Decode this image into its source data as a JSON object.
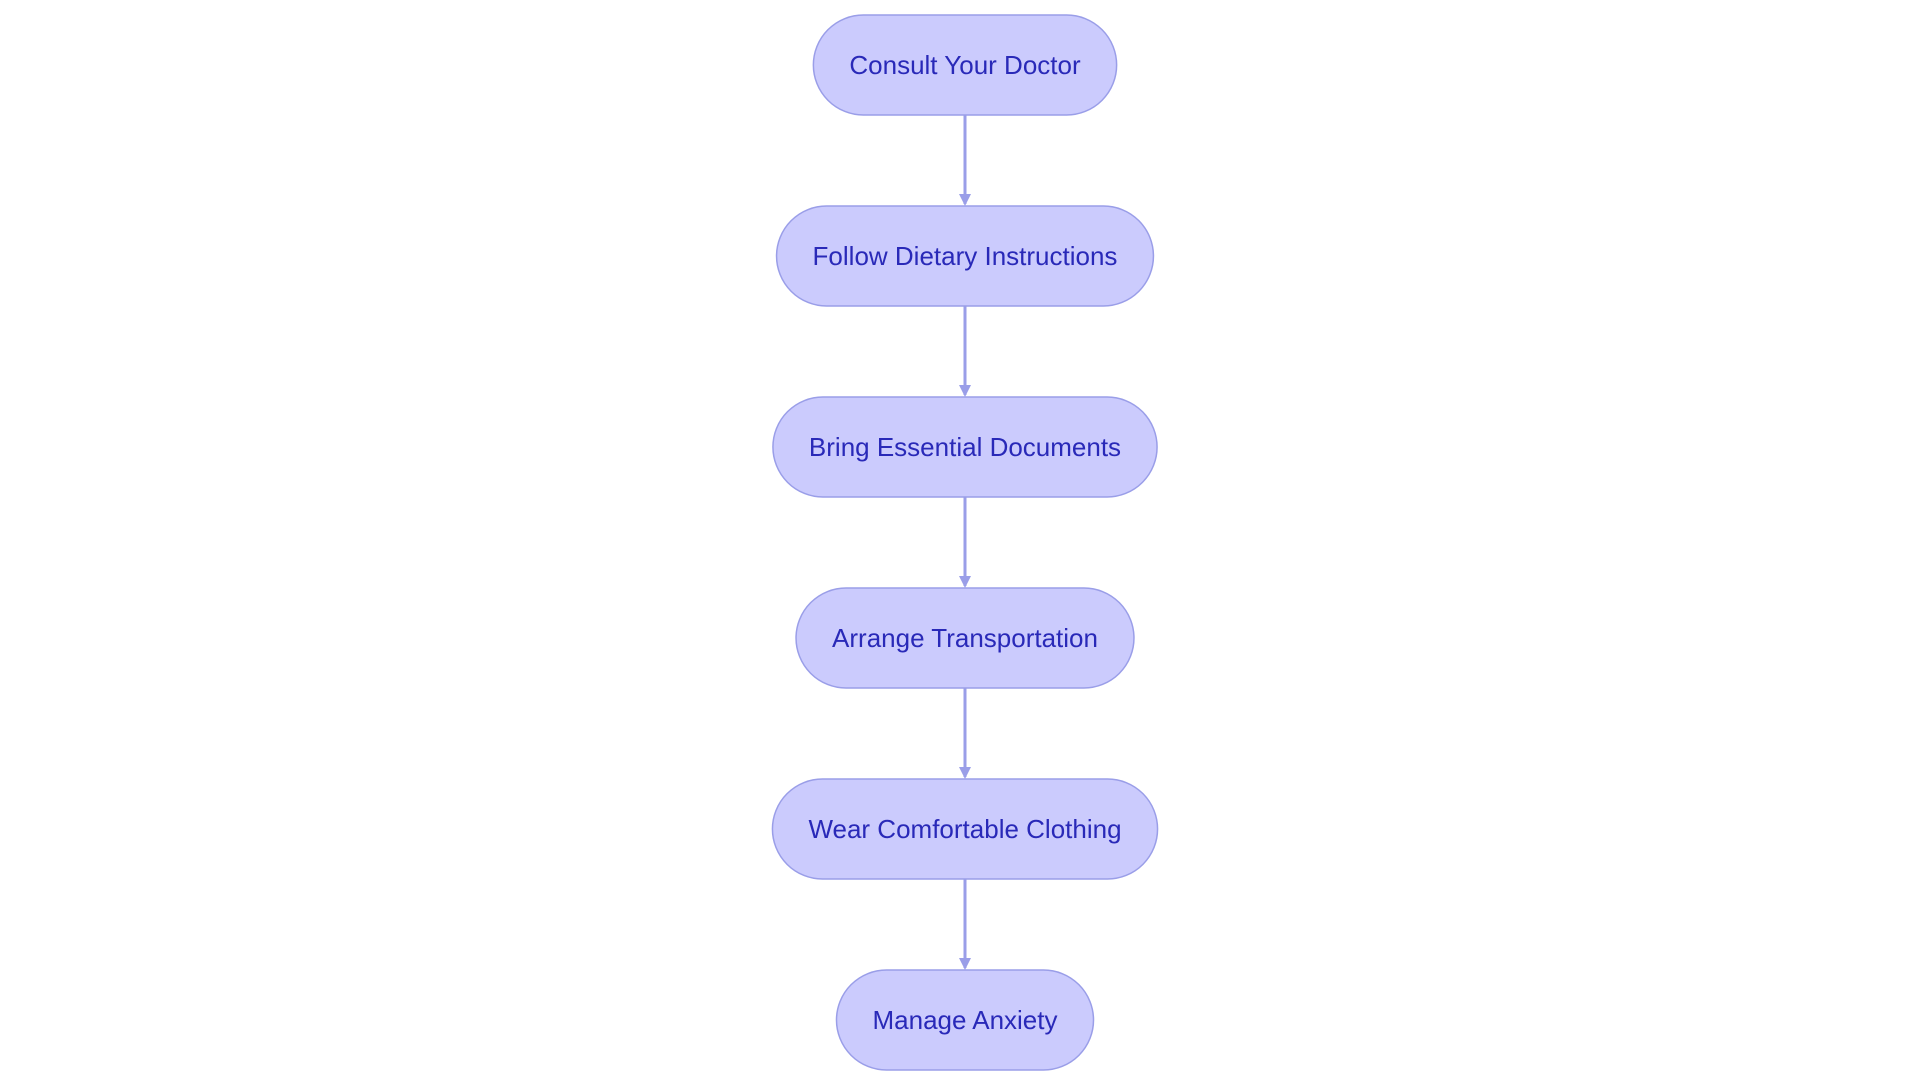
{
  "colors": {
    "node_fill": "#cbcbfd",
    "node_stroke": "#9a9ee8",
    "node_text": "#2929b8",
    "edge": "#9a9ee8",
    "background": "#ffffff"
  },
  "diagram": {
    "type": "flowchart",
    "direction": "top-to-bottom",
    "nodes": [
      {
        "id": "n1",
        "label": "Consult Your Doctor",
        "shape": "stadium"
      },
      {
        "id": "n2",
        "label": "Follow Dietary Instructions",
        "shape": "stadium"
      },
      {
        "id": "n3",
        "label": "Bring Essential Documents",
        "shape": "stadium"
      },
      {
        "id": "n4",
        "label": "Arrange Transportation",
        "shape": "stadium"
      },
      {
        "id": "n5",
        "label": "Wear Comfortable Clothing",
        "shape": "stadium"
      },
      {
        "id": "n6",
        "label": "Manage Anxiety",
        "shape": "stadium"
      }
    ],
    "edges": [
      {
        "from": "n1",
        "to": "n2"
      },
      {
        "from": "n2",
        "to": "n3"
      },
      {
        "from": "n3",
        "to": "n4"
      },
      {
        "from": "n4",
        "to": "n5"
      },
      {
        "from": "n5",
        "to": "n6"
      }
    ]
  }
}
